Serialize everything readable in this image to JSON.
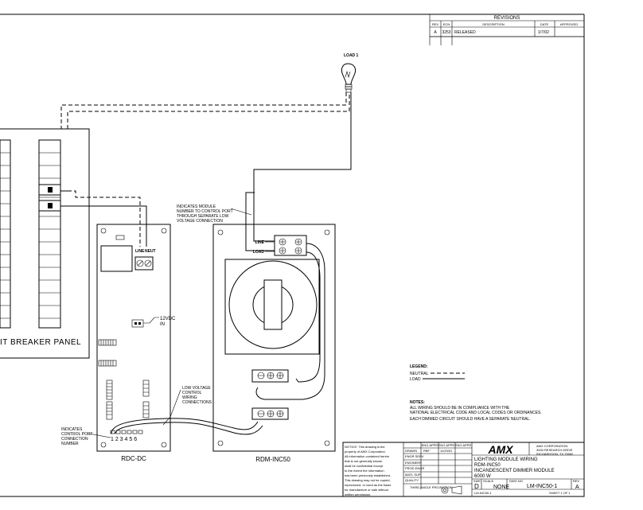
{
  "revisions": {
    "title": "REVISIONS",
    "headers": [
      "REV",
      "ECN",
      "DESCRIPTION",
      "DATE",
      "APPROVED"
    ],
    "row": {
      "rev": "A",
      "ecn": "3253",
      "description": "RELEASED",
      "date": "1/7/02",
      "approved": ""
    }
  },
  "load": {
    "label": "LOAD 1"
  },
  "breaker_panel": {
    "label": "IT BREAKER PANEL"
  },
  "rdc": {
    "title": "RDC-DC",
    "line_label": "LINE",
    "neut_label": "NEUT",
    "power_label_1": "12VDC",
    "power_label_2": "IN",
    "port_numbers": "1 2 3 4 5 6"
  },
  "rdm": {
    "title": "RDM-INC50",
    "line_label": "LINE",
    "load_label": "LOAD"
  },
  "annotations": {
    "module_note": [
      "INDICATES MODULE",
      "NUMBER TO CONTROL PORT",
      "THROUGH SEPARATE LOW",
      "VOLTAGE CONNECTION"
    ],
    "lowvolt_note": [
      "LOW VOLTAGE",
      "CONTROL",
      "WIRING",
      "CONNECTIONS"
    ],
    "port_note": [
      "INDICATES",
      "CONTROL PORT",
      "CONNECTION",
      "NUMBER"
    ]
  },
  "legend": {
    "title": "LEGEND:",
    "neutral": "NEUTRAL",
    "load": "LOAD"
  },
  "notes": {
    "title": "NOTES:",
    "lines": [
      "ALL WIRING SHOULD BE IN COMPLIANCE WITH THE",
      "NATIONAL ELECTRICAL CODE AND LOCAL CODES OR ORDINANCES.",
      "EACH DIMMED CIRCUIT SHOULD HAVE A SEPARATE NEUTRAL."
    ]
  },
  "title_block": {
    "notice": [
      "NOTICE:  This drawing is the",
      "property of AMX Corporation.",
      "All information contained herein",
      "that is not generally known",
      "shall be confidential except",
      "to the extent the information",
      "has been previously established.",
      "This drawing may not be copied,",
      "reproduced, or used as the basis",
      "for manufacture or sale without",
      "written permission."
    ],
    "col_headers": [
      "ENG APPR",
      "ENG APPR",
      "ENG APPR"
    ],
    "rows": [
      "DRAWN",
      "ENGR SERV",
      "ENGINEER",
      "PROD ENGR",
      "MATL SUP",
      "QUALITY"
    ],
    "drawn_by": "RBF",
    "drawn_date": "11/29/01",
    "projection": "THIRD ANGLE PROJECTION",
    "logo": "AMX",
    "company": [
      "AMX CORPORATION",
      "3000 RESEARCH DRIVE",
      "RICHARDSON, TX 75082"
    ],
    "description": [
      "LIGHTING MODULE WIRING",
      "RDM-INC50",
      "INCANDESCENT DIMMER MODULE",
      "6000 W"
    ],
    "size_label": "SIZE",
    "size": "D",
    "scale_label": "SCALE",
    "scale": "NONE",
    "dwg_no_label": "DWG NO",
    "dwg_no": "LM-INC50-1",
    "rev_label": "REV",
    "rev": "A",
    "file": "LM-INC50-1",
    "sheet": "SHEET  1 OF 1"
  }
}
